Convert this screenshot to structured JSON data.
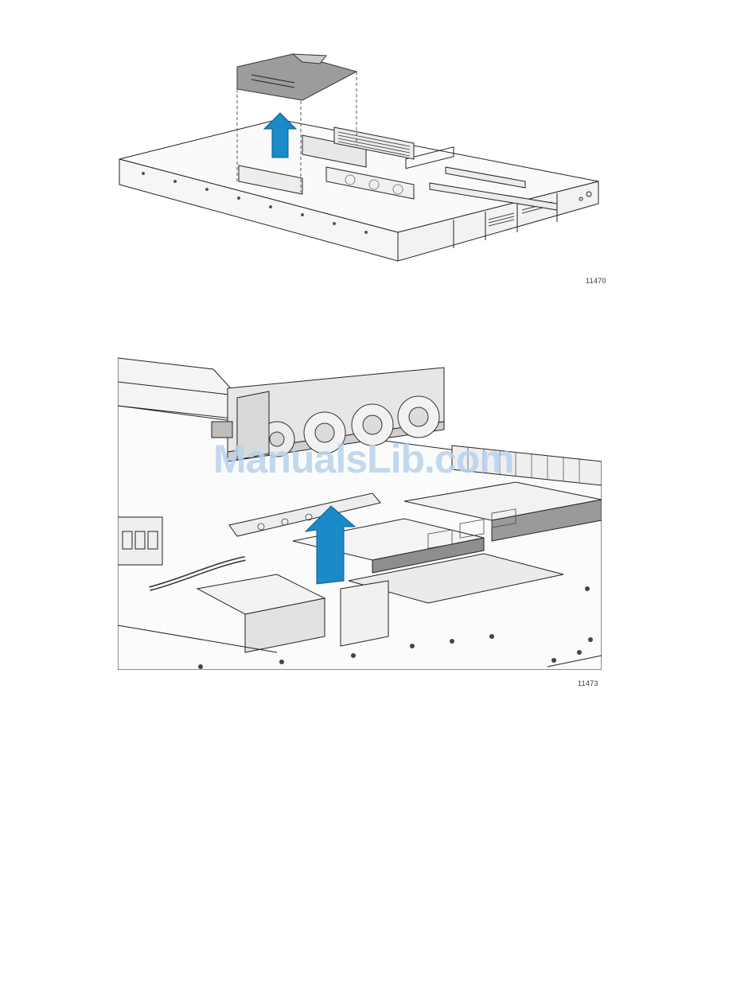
{
  "figures": [
    {
      "id_label": "11470",
      "action": "remove-air-baffle",
      "arrow_color": "#1a8ac9"
    },
    {
      "id_label": "11473",
      "action": "lift-component",
      "arrow_color": "#1a8ac9"
    }
  ],
  "watermark": {
    "text": "ManualsLib.com",
    "color": "#b9d2ee"
  }
}
